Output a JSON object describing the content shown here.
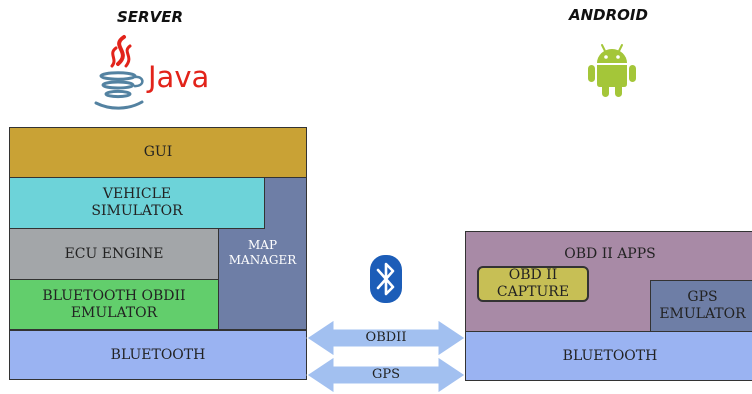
{
  "headings": {
    "server": "SERVER",
    "android": "ANDROID"
  },
  "logos": {
    "java_text": "Java",
    "java_icon": "java-coffee-cup",
    "android_icon": "android-robot"
  },
  "server_stack": {
    "gui": "GUI",
    "vehicle_simulator": "VEHICLE\nSIMULATOR",
    "ecu_engine": "ECU ENGINE",
    "map_manager": "MAP\nMANAGER",
    "bluetooth_obdii_emulator": "BLUETOOTH OBDII\nEMULATOR",
    "bluetooth": "BLUETOOTH"
  },
  "android_stack": {
    "obd_apps": "OBD II APPS",
    "obd_capture": "OBD II\nCAPTURE",
    "gps_emulator": "GPS\nEMULATOR",
    "bluetooth": "BLUETOOTH"
  },
  "links": {
    "icon": "bluetooth-icon",
    "obdii": "OBDII",
    "gps": "GPS"
  },
  "colors": {
    "gui": "#c9a235",
    "vehicle": "#6dd3d9",
    "ecu": "#a3a6a9",
    "map_manager": "#6e7ea6",
    "bt_emulator": "#62ce6c",
    "bluetooth": "#9ab3f2",
    "obd_apps": "#a88aa6",
    "capture": "#c7bf55",
    "gps_emulator": "#6e7ea6",
    "arrow": "#a2c0f0",
    "bt_badge": "#1c5db8",
    "android_green": "#a4c639",
    "java_red": "#e2231a",
    "java_blue": "#5382a1"
  }
}
